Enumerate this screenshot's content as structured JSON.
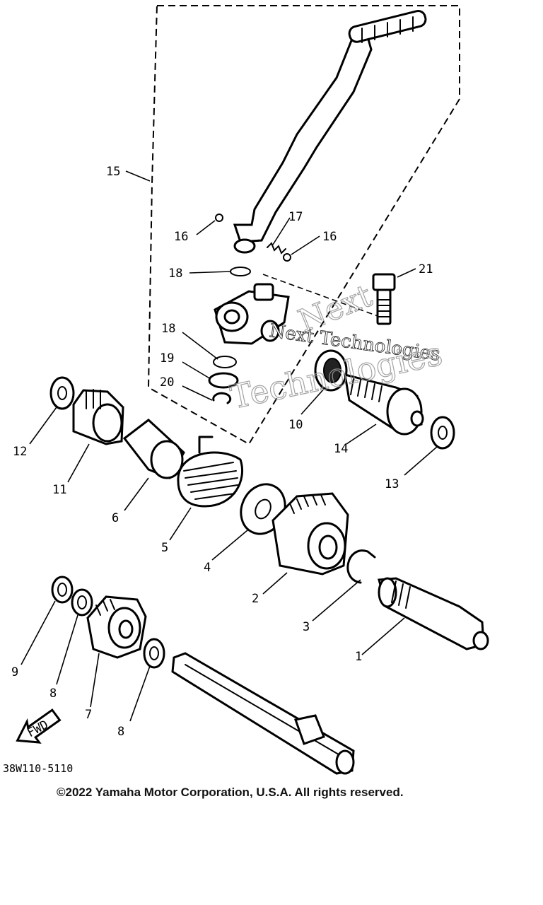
{
  "callouts": {
    "n1": "1",
    "n2": "2",
    "n3": "3",
    "n4": "4",
    "n5": "5",
    "n6": "6",
    "n7": "7",
    "n8a": "8",
    "n8b": "8",
    "n9": "9",
    "n10": "10",
    "n11": "11",
    "n12": "12",
    "n13": "13",
    "n14": "14",
    "n15": "15",
    "n16a": "16",
    "n16b": "16",
    "n17": "17",
    "n18a": "18",
    "n18b": "18",
    "n19": "19",
    "n20": "20",
    "n21": "21"
  },
  "fwd_label": "FWD",
  "diagram_code": "38W110-5110",
  "copyright": "©2022 Yamaha Motor Corporation, U.S.A. All rights reserved.",
  "watermark": {
    "line1": "Next",
    "line2": "Next Technologies",
    "line3": "Technologies"
  }
}
